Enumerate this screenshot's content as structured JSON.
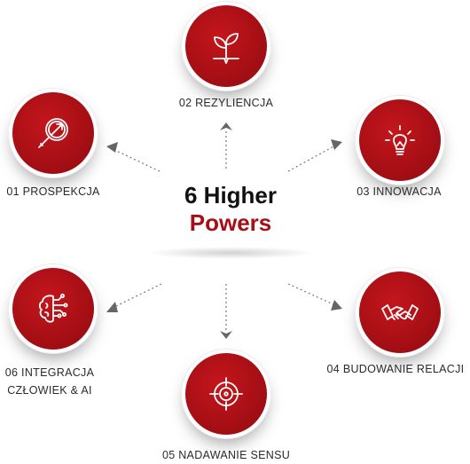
{
  "center": {
    "line1": "6 Higher",
    "line2": "Powers"
  },
  "nodes": [
    {
      "label": "01 PROSPEKCJA",
      "icon": "magnifier-chart-icon"
    },
    {
      "label": "02 REZYLIENCJA",
      "icon": "sprout-icon"
    },
    {
      "label": "03 INNOWACJA",
      "icon": "lightbulb-icon"
    },
    {
      "label": "04 BUDOWANIE RELACJI",
      "icon": "handshake-icon"
    },
    {
      "label": "05 NADAWANIE SENSU",
      "icon": "target-icon"
    },
    {
      "label_line1": "06 INTEGRACJA",
      "label_line2": "CZŁOWIEK & AI",
      "icon": "brain-circuit-icon"
    }
  ],
  "colors": {
    "accent": "#a50f15",
    "text": "#2a2a2a",
    "heading": "#111111",
    "arrow": "#666666"
  }
}
